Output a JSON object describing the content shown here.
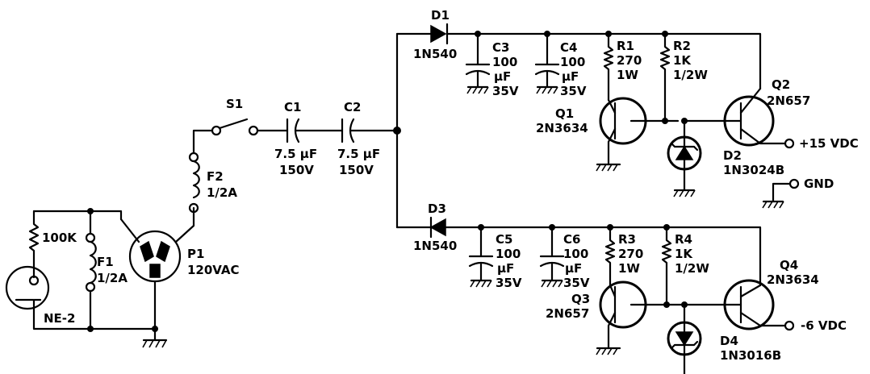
{
  "labels": {
    "ne2_label": "NE-2",
    "r100k_label": "100K",
    "f1_label": "F1",
    "f1_rating": "1/2A",
    "p1_label": "P1",
    "p1_rating": "120VAC",
    "f2_label": "F2",
    "f2_rating": "1/2A",
    "s1_label": "S1",
    "c1_label": "C1",
    "c1_value": "7.5 µF",
    "c1_voltage": "150V",
    "c2_label": "C2",
    "c2_value": "7.5 µF",
    "c2_voltage": "150V",
    "d1_label": "D1",
    "d1_part": "1N540",
    "c3_label": "C3",
    "c3_value": "100",
    "c3_unit": "µF",
    "c3_voltage": "35V",
    "c4_label": "C4",
    "c4_value": "100",
    "c4_unit": "µF",
    "c4_voltage": "35V",
    "r1_label": "R1",
    "r1_value": "270",
    "r1_power": "1W",
    "r2_label": "R2",
    "r2_value": "1K",
    "r2_power": "1/2W",
    "q1_label": "Q1",
    "q1_part": "2N3634",
    "q2_label": "Q2",
    "q2_part": "2N657",
    "d2_label": "D2",
    "d2_part": "1N3024B",
    "out_pos": "+15 VDC",
    "gnd": "GND",
    "d3_label": "D3",
    "d3_part": "1N540",
    "c5_label": "C5",
    "c5_value": "100",
    "c5_unit": "µF",
    "c5_voltage": "35V",
    "c6_label": "C6",
    "c6_value": "100",
    "c6_unit": "µF",
    "c6_voltage": "35V",
    "r3_label": "R3",
    "r3_value": "270",
    "r3_power": "1W",
    "r4_label": "R4",
    "r4_value": "1K",
    "r4_power": "1/2W",
    "q3_label": "Q3",
    "q3_part": "2N657",
    "q4_label": "Q4",
    "q4_part": "2N3634",
    "d4_label": "D4",
    "d4_part": "1N3016B",
    "out_neg": "-6 VDC"
  }
}
